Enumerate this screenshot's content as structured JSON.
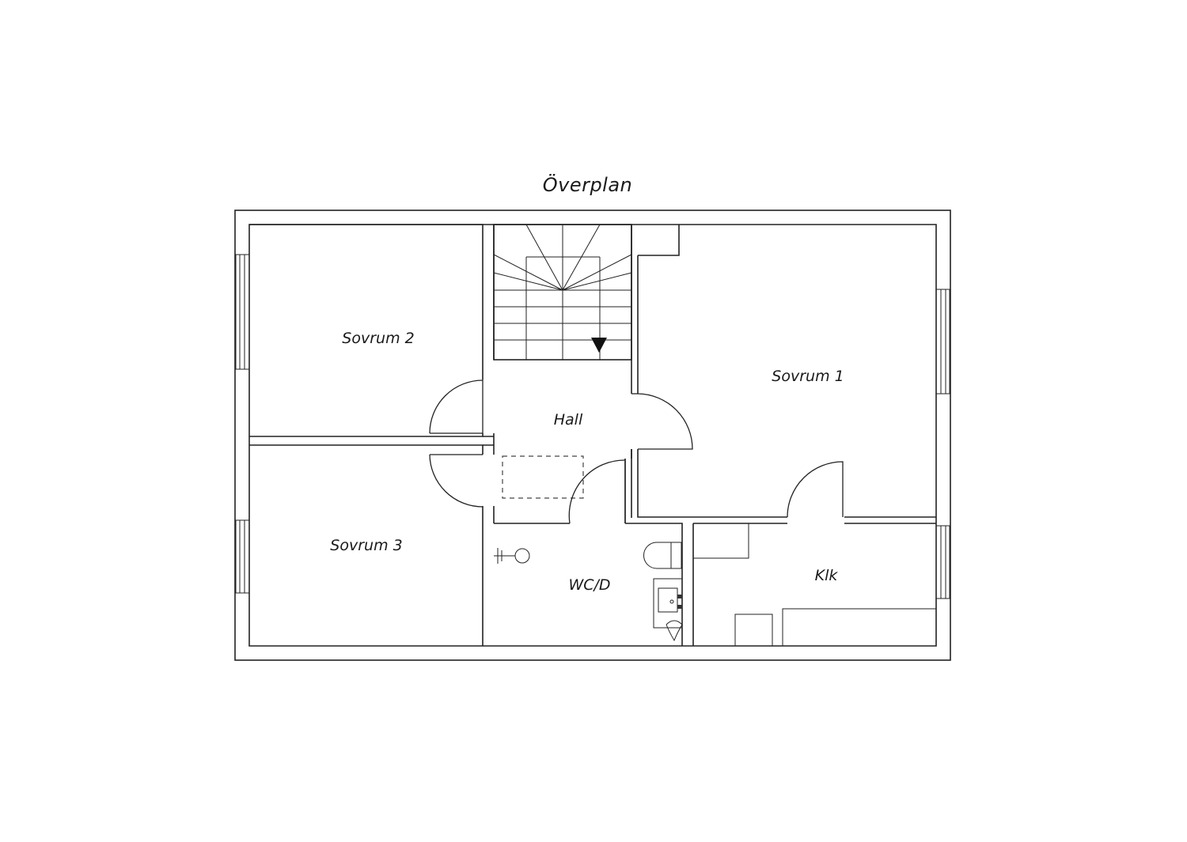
{
  "plan": {
    "title": "Överplan",
    "rooms": {
      "sovrum2": "Sovrum 2",
      "sovrum1": "Sovrum 1",
      "sovrum3": "Sovrum 3",
      "hall": "Hall",
      "wcd": "WC/D",
      "klk": "Klk"
    }
  },
  "colors": {
    "line": "#222222",
    "background": "#ffffff"
  }
}
